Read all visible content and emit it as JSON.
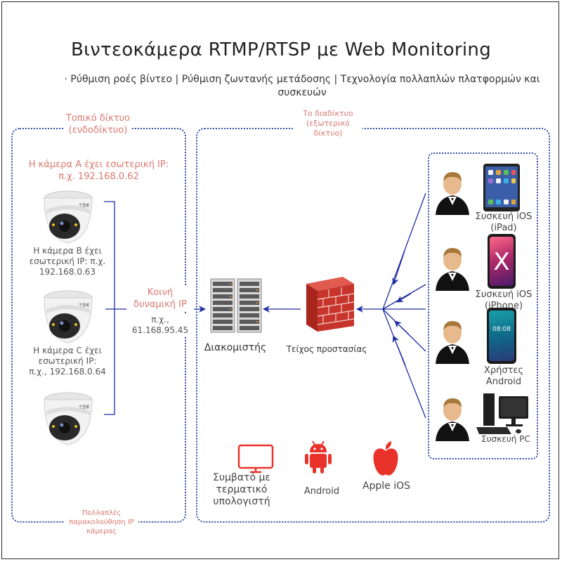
{
  "title": "Βιντεοκάμερα RTMP/RTSP με Web Monitoring",
  "subtitle": "· Ρύθμιση ροές βίντεο | Ρύθμιση ζωντανής μετάδοσης | Τεχνολογία πολλαπλών πλατφορμών και συσκευών",
  "local_network": {
    "label": "Τοπικό δίκτυο (ενδοδίκτυο)"
  },
  "internet": {
    "label": "Το διαδίκτυο (εξωτερικό δίκτυο)"
  },
  "cameras": {
    "a": "Η κάμερα Α έχει εσωτερική IP: π.χ. 192.168.0.62",
    "b": "Η κάμερα Β έχει εσωτερική IP: π.χ. 192.168.0.63",
    "c": "Η κάμερα C έχει εσωτερική IP: π.χ., 192.168.0.64",
    "badge": "千里眼"
  },
  "public_ip": {
    "title": "Κοινή δυναμική IP",
    "value": "π.χ., 61.168.95.45"
  },
  "server": {
    "label": "Διακομιστής"
  },
  "firewall": {
    "label": "Τείχος προστασίας"
  },
  "users": [
    {
      "label": "Συσκευή iOS (iPad)"
    },
    {
      "label": "Συσκευή iOS (iPhone)",
      "screen_text": "X"
    },
    {
      "label": "Χρήστες Android",
      "screen_text": "08:08"
    },
    {
      "label": "Συσκευή PC"
    }
  ],
  "platforms": {
    "terminal": "Συμβατό με τερματικό υπολογιστή",
    "android": "Android",
    "ios": "Apple iOS"
  },
  "footer": {
    "label": "Πολλαπλές παρακολούθηση IP κάμερας"
  },
  "colors": {
    "accent": "#d9786f",
    "zone": "#2e4fa8",
    "arrow": "#1f2fa3",
    "firewall": "#c6342c",
    "platform_red": "#e8322a"
  }
}
